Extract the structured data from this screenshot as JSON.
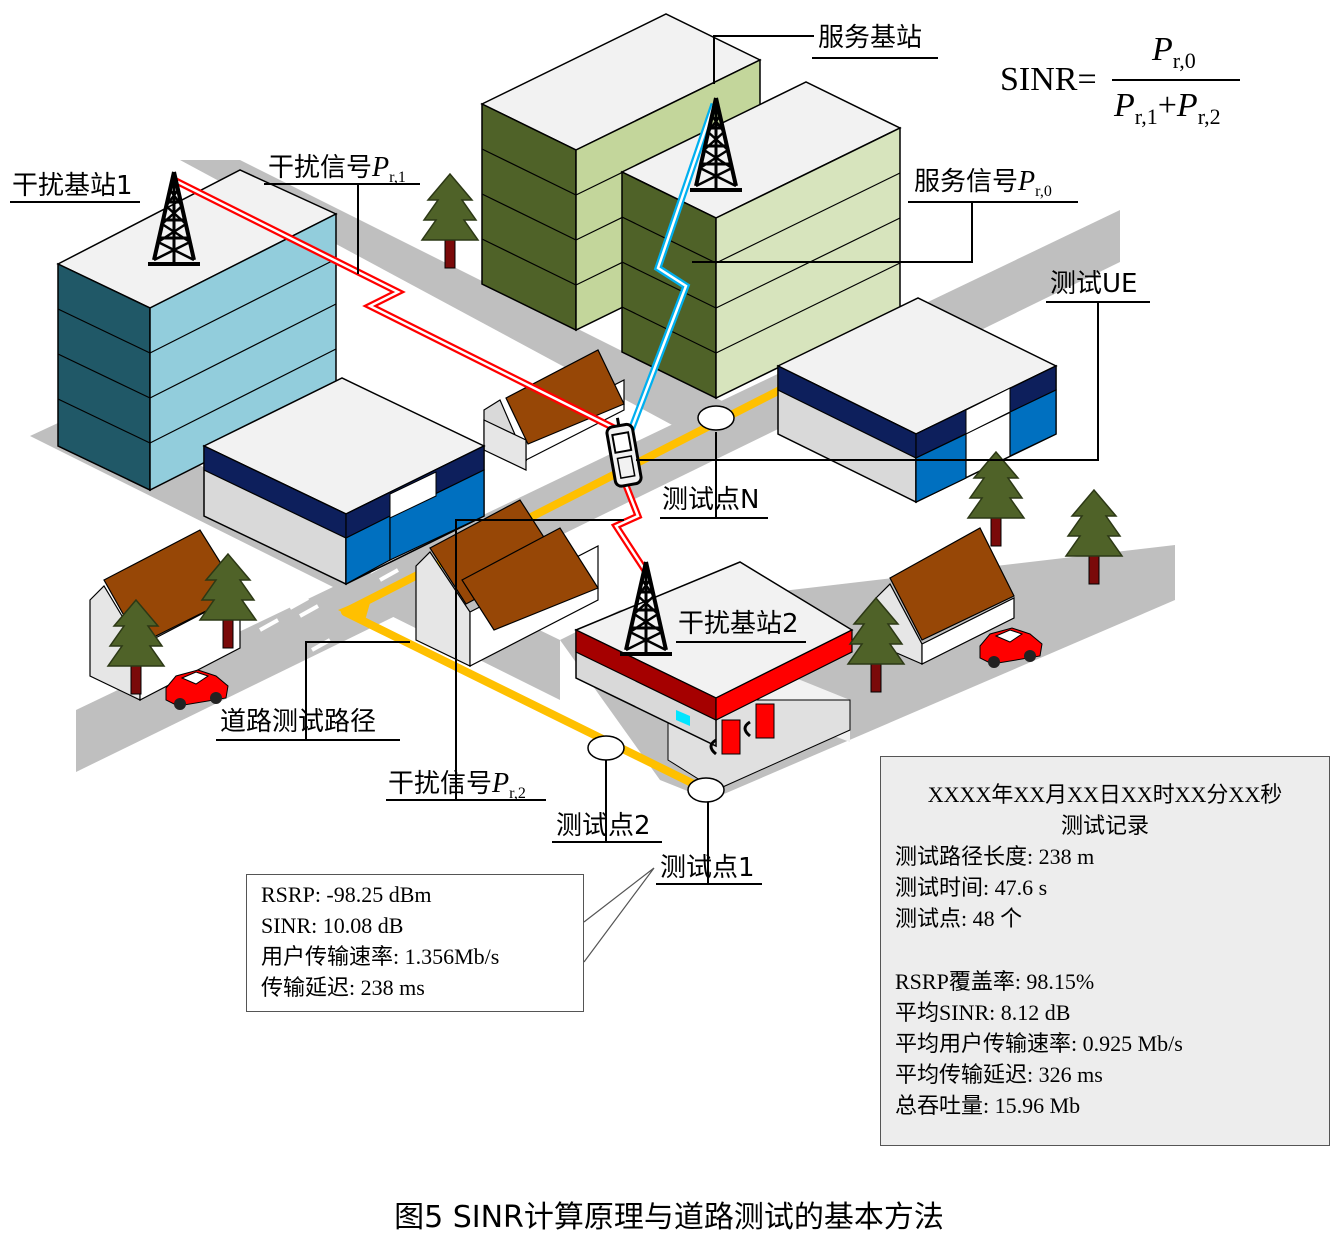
{
  "labels": {
    "serving_bs": "服务基站",
    "interf_bs1": "干扰基站1",
    "interf_bs2": "干扰基站2",
    "interf_sig1_text": "干扰信号",
    "interf_sig2_text": "干扰信号",
    "serving_sig_text": "服务信号",
    "test_ue": "测试UE",
    "test_point_n": "测试点N",
    "test_point_2": "测试点2",
    "test_point_1": "测试点1",
    "road_path": "道路测试路径"
  },
  "symbols": {
    "P": "P",
    "sub_r1": "r,1",
    "sub_r2": "r,2",
    "sub_r0": "r,0",
    "plus": "+",
    "sinr_lhs": "SINR="
  },
  "point1_box": {
    "rsrp": "RSRP:  -98.25 dBm",
    "sinr": "SINR:  10.08 dB",
    "rate": "用户传输速率:  1.356Mb/s",
    "delay": "传输延迟:  238 ms"
  },
  "summary": {
    "timestamp": "XXXX年XX月XX日XX时XX分XX秒",
    "title": "测试记录",
    "path_length": "测试路径长度:  238 m",
    "test_time": "测试时间:   47.6 s",
    "test_points": "测试点:  48 个",
    "rsrp_coverage": "RSRP覆盖率:  98.15%",
    "avg_sinr": "平均SINR:  8.12 dB",
    "avg_rate": "平均用户传输速率:  0.925 Mb/s",
    "avg_delay": "平均传输延迟:  326 ms",
    "throughput": "总吞吐量:  15.96 Mb"
  },
  "caption": "图5 SINR计算原理与道路测试的基本方法",
  "colors": {
    "road": "#bfbfbf",
    "path": "#ffc000",
    "interference": "#ff0000",
    "serving_signal": "#00b0f0",
    "teal_building": "#92cddc",
    "green_building": "#d7e4bd",
    "navy_band": "#0d1f5c",
    "blue_panel": "#0070c0",
    "roof_brown": "#974706",
    "tree": "#4f6228"
  }
}
